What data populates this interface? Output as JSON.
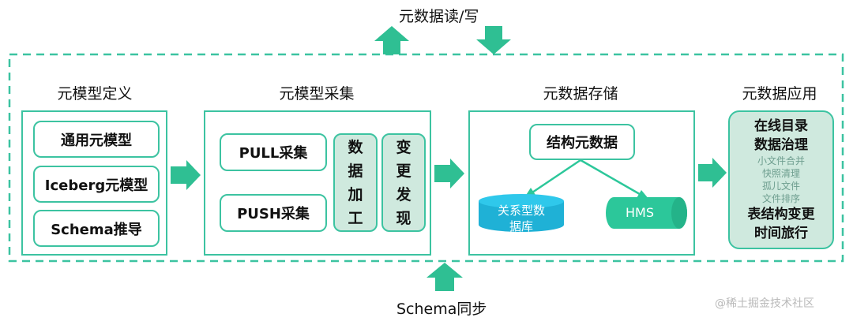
{
  "labels": {
    "top_label": "元数据读/写",
    "bottom_label": "Schema同步",
    "watermark": "@稀土掘金技术社区"
  },
  "sections": {
    "model_def": {
      "title": "元模型定义",
      "items": [
        "通用元模型",
        "Iceberg元模型",
        "Schema推导"
      ]
    },
    "model_collect": {
      "title": "元模型采集",
      "pull": "PULL采集",
      "push": "PUSH采集",
      "processing": [
        "数",
        "据",
        "加",
        "工"
      ],
      "change_detect": [
        "变",
        "更",
        "发",
        "现"
      ]
    },
    "storage": {
      "title": "元数据存储",
      "struct": "结构元数据",
      "relational_db": [
        "关系型数",
        "据库"
      ],
      "hms": "HMS"
    },
    "application": {
      "title": "元数据应用",
      "bold_top": [
        "在线目录",
        "数据治理"
      ],
      "sub_items": [
        "小文件合并",
        "快照清理",
        "孤儿文件",
        "文件排序"
      ],
      "bold_bottom": [
        "表结构变更",
        "时间旅行"
      ]
    }
  },
  "colors": {
    "accent": "#3cc3a1",
    "panel_fill": "#cfe9de",
    "arrow": "#2fbf93",
    "db_fill": "#1fb1d6",
    "hms_fill": "#2cc79a"
  }
}
